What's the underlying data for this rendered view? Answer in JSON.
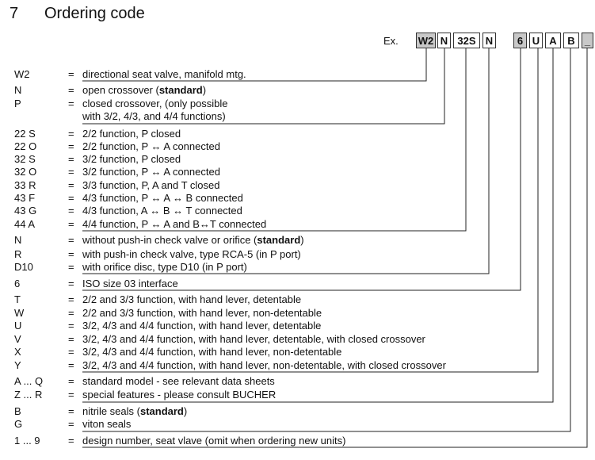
{
  "section": {
    "number": "7",
    "title": "Ordering code"
  },
  "example": {
    "label": "Ex.",
    "boxes": [
      {
        "text": "W2",
        "shaded": true
      },
      {
        "text": "N",
        "shaded": false
      },
      {
        "text": "32S",
        "shaded": false
      },
      {
        "text": "N",
        "shaded": false
      },
      {
        "text": "6",
        "shaded": true
      },
      {
        "text": "U",
        "shaded": false
      },
      {
        "text": "A",
        "shaded": false
      },
      {
        "text": "B",
        "shaded": false
      },
      {
        "text": "_",
        "shaded": true
      }
    ]
  },
  "rows": [
    {
      "code": "W2",
      "desc": "directional seat valve, manifold mtg."
    },
    {
      "code": "N",
      "desc": "open crossover (",
      "bold": "standard",
      "after": ")"
    },
    {
      "code": "P",
      "desc": "closed crossover, (only possible"
    },
    {
      "code": "",
      "desc": "with 3/2, 4/3, and 4/4 functions)"
    },
    {
      "code": "22 S",
      "desc": "2/2 function, P closed"
    },
    {
      "code": "22 O",
      "desc": "2/2 function, P ↔ A connected"
    },
    {
      "code": "32 S",
      "desc": "3/2 function, P closed"
    },
    {
      "code": "32 O",
      "desc": "3/2 function, P ↔ A connected"
    },
    {
      "code": "33 R",
      "desc": "3/3 function, P, A and T closed"
    },
    {
      "code": "43 F",
      "desc": "4/3 function, P ↔ A ↔ B connected"
    },
    {
      "code": "43 G",
      "desc": "4/3 function, A ↔ B ↔ T connected"
    },
    {
      "code": "44 A",
      "desc": "4/4 function, P ↔ A and B↔T connected"
    },
    {
      "code": "N",
      "desc": "without push-in check valve or orifice (",
      "bold": "standard",
      "after": ")"
    },
    {
      "code": "R",
      "desc": "with push-in check valve, type RCA-5 (in P port)"
    },
    {
      "code": "D10",
      "desc": "with orifice disc, type D10 (in P port)"
    },
    {
      "code": "6",
      "desc": "ISO size 03 interface"
    },
    {
      "code": "T",
      "desc": "2/2 and 3/3 function, with hand lever, detentable"
    },
    {
      "code": "W",
      "desc": "2/2 and 3/3 function, with hand lever, non-detentable"
    },
    {
      "code": "U",
      "desc": "3/2, 4/3 and 4/4 function, with hand lever, detentable"
    },
    {
      "code": "V",
      "desc": "3/2, 4/3 and 4/4 function, with hand lever, detentable, with closed crossover"
    },
    {
      "code": "X",
      "desc": "3/2, 4/3 and 4/4 function, with hand lever, non-detentable"
    },
    {
      "code": "Y",
      "desc": "3/2, 4/3 and 4/4 function, with hand lever, non-detentable, with closed crossover"
    },
    {
      "code": "A ... Q",
      "desc": "standard model - see relevant data sheets"
    },
    {
      "code": "Z ... R",
      "desc": "special features - please consult BUCHER"
    },
    {
      "code": "B",
      "desc": "nitrile seals (",
      "bold": "standard",
      "after": ")"
    },
    {
      "code": "G",
      "desc": "viton seals"
    },
    {
      "code": "1 ... 9",
      "desc": "design number, seat vlave (omit when ordering new units)"
    }
  ]
}
